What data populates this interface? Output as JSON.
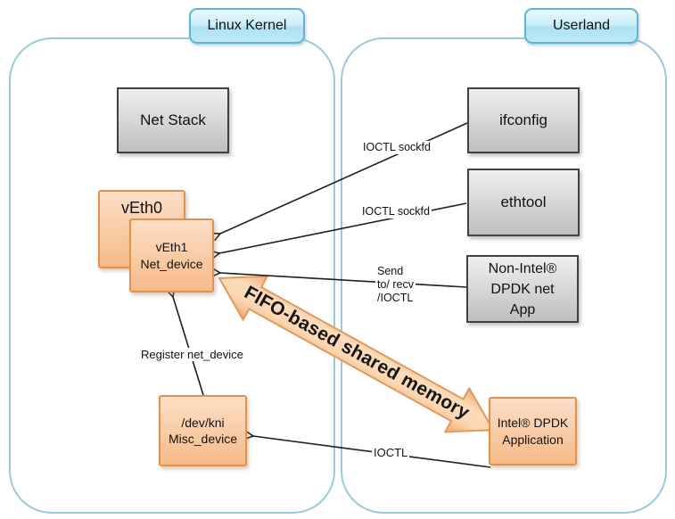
{
  "tabs": {
    "linux_kernel": "Linux Kernel",
    "userland": "Userland"
  },
  "boxes": {
    "net_stack": "Net Stack",
    "ifconfig": "ifconfig",
    "ethtool": "ethtool",
    "non_intel_lines": [
      "Non-Intel®",
      "DPDK net",
      "App"
    ],
    "veth0": "vEth0",
    "veth1_lines": [
      "vEth1",
      "Net_device"
    ],
    "dev_kni_lines": [
      "/dev/kni",
      "Misc_device"
    ],
    "intel_dpdk_lines": [
      "Intel® DPDK",
      "Application"
    ]
  },
  "edge_labels": {
    "ioctl_sockfd_ifconfig": "IOCTL sockfd",
    "ioctl_sockfd_ethtool": "IOCTL sockfd",
    "send_recv_lines": [
      "Send",
      "to/ recv",
      "/IOCTL"
    ],
    "register_net_device": "Register net_device",
    "ioctl": "IOCTL"
  },
  "fifo_arrow": {
    "label": "FIFO-based shared memory"
  },
  "colors": {
    "container_border": "#9acadd",
    "tab_border": "#62b5d1",
    "tab_fill": "#bce9f6",
    "gray_box_border": "#414141",
    "gray_box_fill": "#d8d8d8",
    "orange_box_border": "#e2914e",
    "orange_box_fill": "#f9cda6",
    "arrow_line": "#1f1f1f"
  }
}
